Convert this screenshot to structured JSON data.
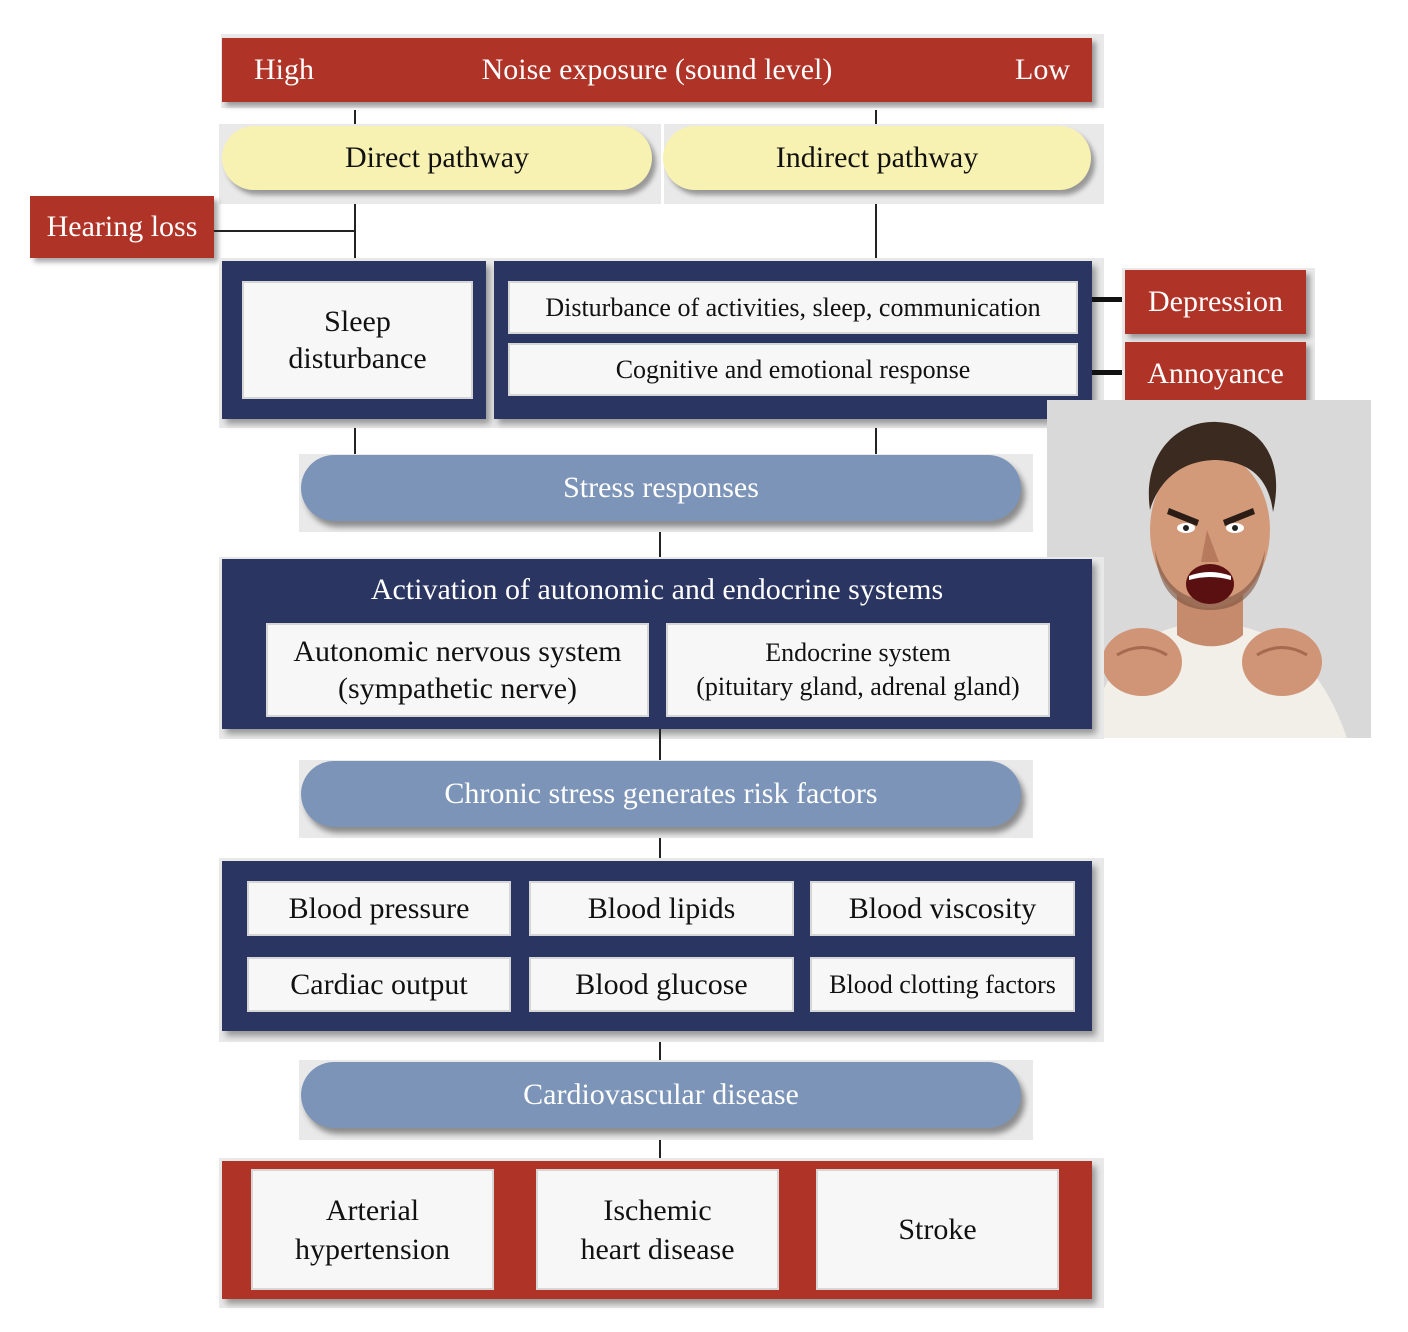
{
  "noise_bar": {
    "high": "High",
    "title": "Noise exposure (sound level)",
    "low": "Low"
  },
  "pathways": {
    "direct": "Direct pathway",
    "indirect": "Indirect pathway"
  },
  "hearing_loss": "Hearing loss",
  "sleep_disturbance": {
    "line1": "Sleep",
    "line2": "disturbance"
  },
  "indirect_effects": {
    "disturbance": "Disturbance of activities, sleep, communication",
    "cognitive": "Cognitive and emotional response"
  },
  "outcomes_side": {
    "depression": "Depression",
    "annoyance": "Annoyance"
  },
  "stress_responses": "Stress responses",
  "activation": {
    "title": "Activation of autonomic and endocrine systems",
    "autonomic_line1": "Autonomic nervous system",
    "autonomic_line2": "(sympathetic nerve)",
    "endocrine_line1": "Endocrine system",
    "endocrine_line2": "(pituitary gland, adrenal gland)"
  },
  "chronic_stress": "Chronic stress generates risk factors",
  "risk_factors": [
    "Blood pressure",
    "Blood lipids",
    "Blood viscosity",
    "Cardiac output",
    "Blood glucose",
    "Blood clotting factors"
  ],
  "cardiovascular": "Cardiovascular disease",
  "diseases": {
    "hypertension_line1": "Arterial",
    "hypertension_line2": "hypertension",
    "ischemic_line1": "Ischemic",
    "ischemic_line2": "heart disease",
    "stroke": "Stroke"
  }
}
